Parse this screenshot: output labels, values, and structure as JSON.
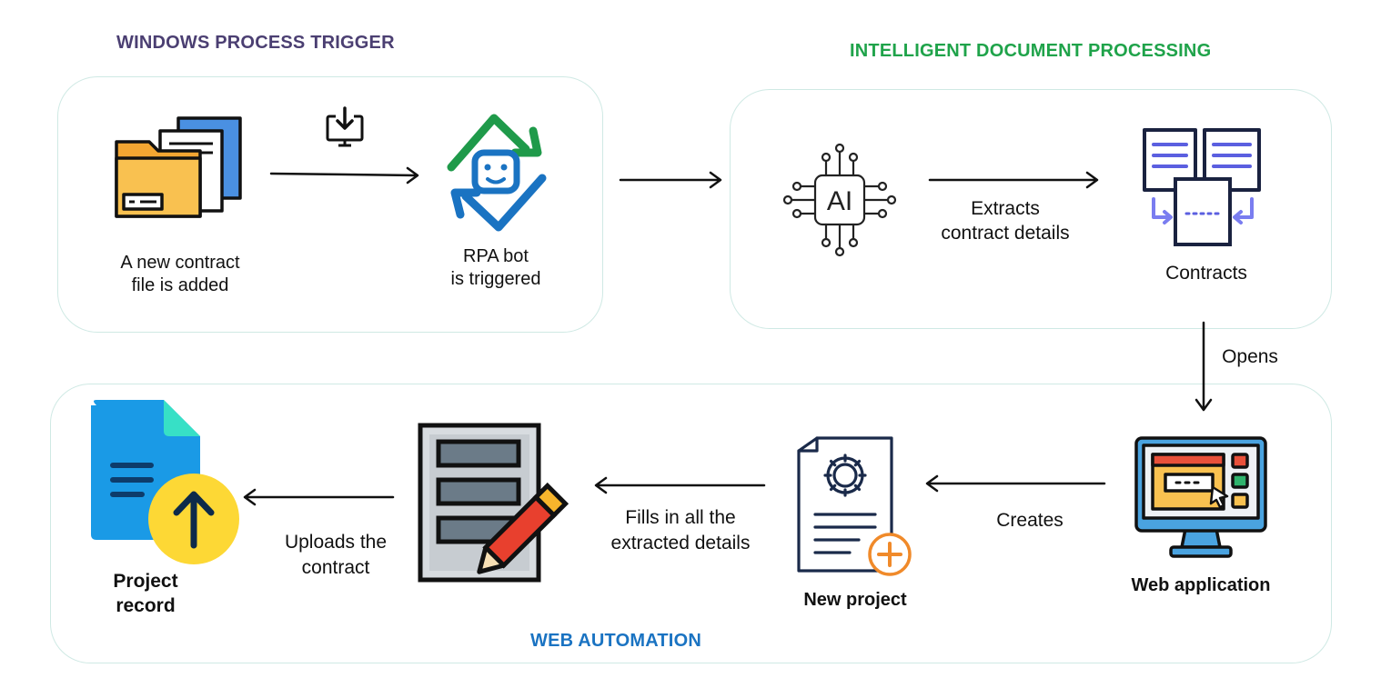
{
  "sections": {
    "windows_trigger": {
      "title": "WINDOWS PROCESS TRIGGER",
      "color": "#4b3f72"
    },
    "idp": {
      "title": "INTELLIGENT DOCUMENT PROCESSING",
      "color": "#1fa34a"
    },
    "web_automation": {
      "title": "WEB AUTOMATION",
      "color": "#1a73c2"
    }
  },
  "nodes": {
    "new_contract": {
      "line1": "A new contract",
      "line2": "file is added",
      "icon": "folder-files-icon"
    },
    "rpa_bot": {
      "line1": "RPA bot",
      "line2": "is triggered",
      "icon": "rpa-bot-icon"
    },
    "ai": {
      "icon": "ai-chip-icon",
      "chip_text": "AI"
    },
    "contracts": {
      "line1": "Contracts",
      "icon": "contracts-documents-icon"
    },
    "web_application": {
      "line1": "Web application",
      "icon": "web-application-monitor-icon"
    },
    "new_project": {
      "line1": "New project",
      "icon": "new-project-document-icon"
    },
    "form": {
      "icon": "form-edit-pencil-icon"
    },
    "project_record": {
      "line1": "Project",
      "line2": "record",
      "icon": "project-record-upload-icon"
    }
  },
  "edges": {
    "extracts": {
      "line1": "Extracts",
      "line2": "contract details"
    },
    "opens": {
      "line1": "Opens"
    },
    "creates": {
      "line1": "Creates"
    },
    "fills": {
      "line1": "Fills in all the",
      "line2": "extracted details"
    },
    "uploads": {
      "line1": "Uploads the",
      "line2": "contract"
    },
    "download_icon": "download-monitor-icon"
  }
}
